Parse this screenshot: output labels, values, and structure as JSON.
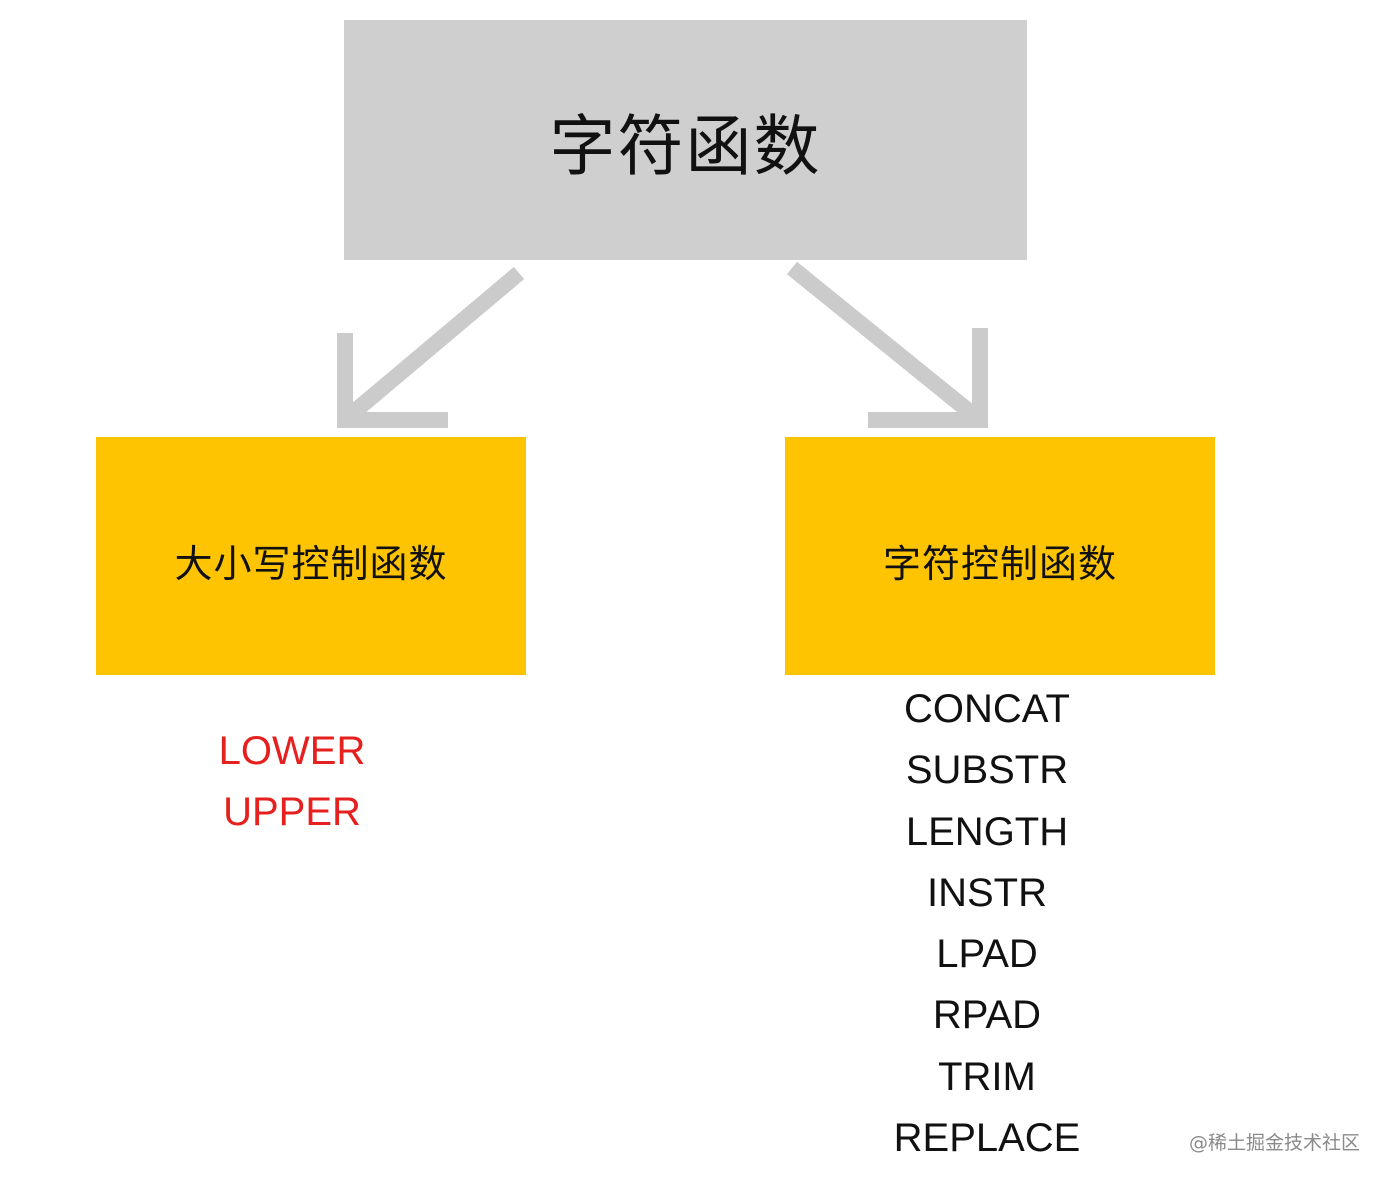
{
  "root": {
    "label": "字符函数"
  },
  "branches": [
    {
      "label": "大小写控制函数",
      "functions": [
        "LOWER",
        "UPPER"
      ],
      "function_color": "#e5201e"
    },
    {
      "label": "字符控制函数",
      "functions": [
        "CONCAT",
        "SUBSTR",
        "LENGTH",
        "INSTR",
        "LPAD",
        "RPAD",
        "TRIM",
        "REPLACE"
      ],
      "function_color": "#111111"
    }
  ],
  "colors": {
    "root_fill": "#cfcfcf",
    "branch_fill": "#fec401",
    "arrow": "#cbcbcb"
  },
  "watermark": "@稀土掘金技术社区"
}
